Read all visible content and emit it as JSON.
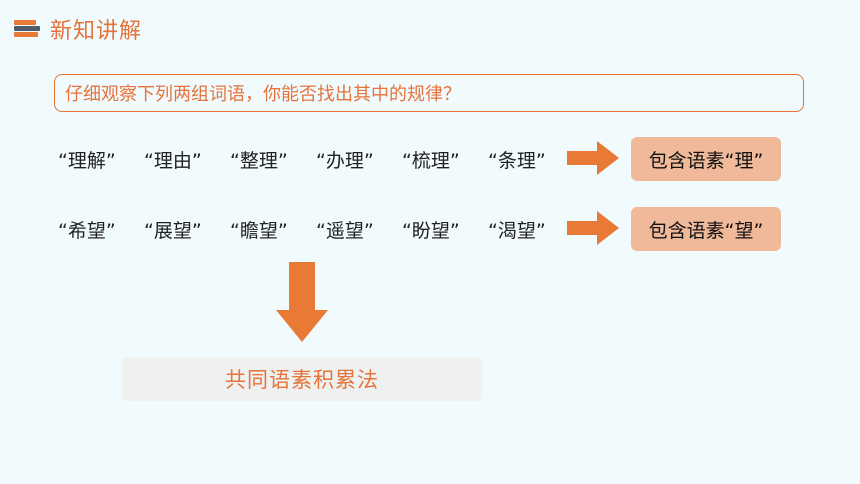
{
  "header": {
    "title": "新知讲解",
    "icon": "books-icon"
  },
  "question": "仔细观察下列两组词语，你能否找出其中的规律？",
  "group1": {
    "words": [
      "“理解”",
      "“理由”",
      "“整理”",
      "“办理”",
      "“梳理”",
      "“条理”"
    ],
    "result": "包含语素“理”"
  },
  "group2": {
    "words": [
      "“希望”",
      "“展望”",
      "“瞻望”",
      "“遥望”",
      "“盼望”",
      "“渴望”"
    ],
    "result": "包含语素“望”"
  },
  "method": "共同语素积累法",
  "colors": {
    "accent": "#e5733a",
    "result_bg": "#f0b99a",
    "method_bg": "#eff1f0",
    "background": "#f1fafd"
  }
}
